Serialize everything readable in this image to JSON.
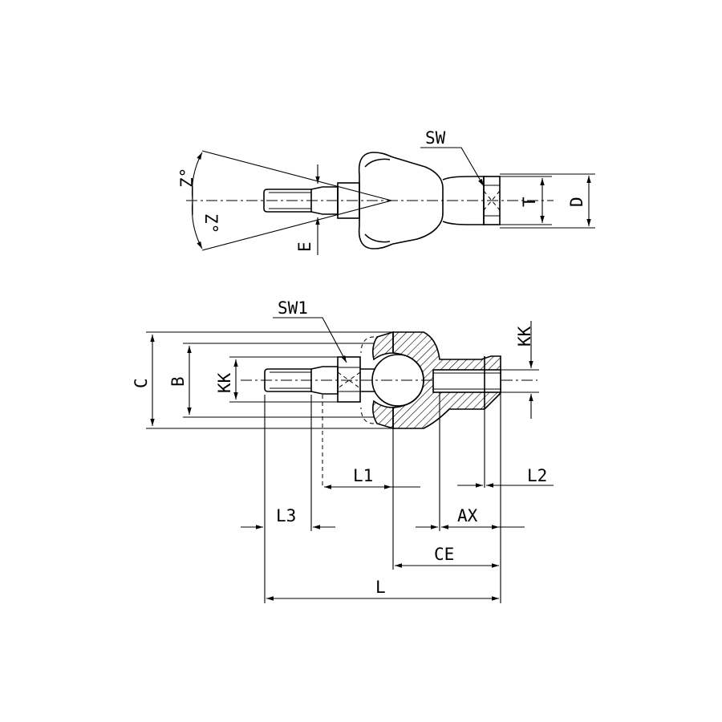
{
  "labels": {
    "sw": "SW",
    "z_top": "Z°",
    "z_bottom": "Z°",
    "e": "E",
    "t": "T",
    "d": "D",
    "sw1": "SW1",
    "c": "C",
    "b": "B",
    "kk_left": "KK",
    "kk_right": "KK",
    "l1": "L1",
    "l2": "L2",
    "l3": "L3",
    "ax": "AX",
    "ce": "CE",
    "l": "L"
  }
}
